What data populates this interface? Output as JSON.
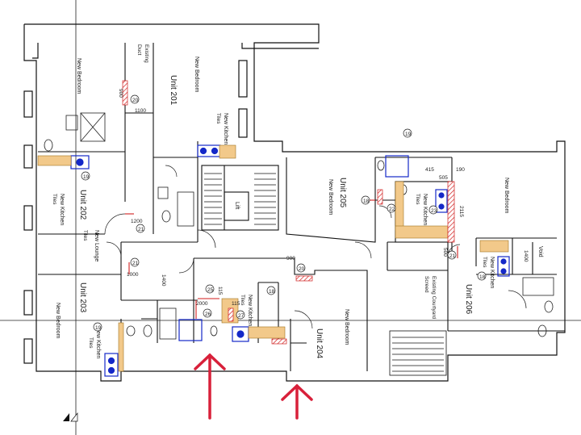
{
  "units": {
    "u201": "Unit 201",
    "u202": "Unit 202",
    "u203": "Unit 203",
    "u204": "Unit 204",
    "u205": "Unit 205",
    "u206": "Unit 206"
  },
  "rooms": {
    "new_bedroom": "New Bedroom",
    "new_kitchen": "New Kitchen",
    "tiles": "Tiles",
    "new_lounge": "New Lounge",
    "lift": "Lift",
    "void": "Void",
    "existing_duct_1": "Existing",
    "existing_duct_2": "Duct",
    "courtyard_1": "Existing Courtyard",
    "courtyard_2": "Screed"
  },
  "dimensions": {
    "d900a": "900",
    "d1100": "1100",
    "d1200": "1200",
    "d1000": "1000",
    "d1400a": "1400",
    "d2000": "2000",
    "d115a": "115",
    "d115b": "115",
    "d900b": "900",
    "d415": "415",
    "d190": "190",
    "d505": "505",
    "d2115": "2115",
    "d500": "500",
    "d1400b": "1400"
  },
  "tags": {
    "t19": "19",
    "t20": "20",
    "t21": "21",
    "t22": "22",
    "t23": "23",
    "t25": "25",
    "t26": "26",
    "t27": "27",
    "t18": "18"
  },
  "colors": {
    "wall": "#111111",
    "fixture": "#1428c8",
    "new_wall": "#f2c98a",
    "hatch": "#d11e1e",
    "arrow": "#d8203a"
  }
}
